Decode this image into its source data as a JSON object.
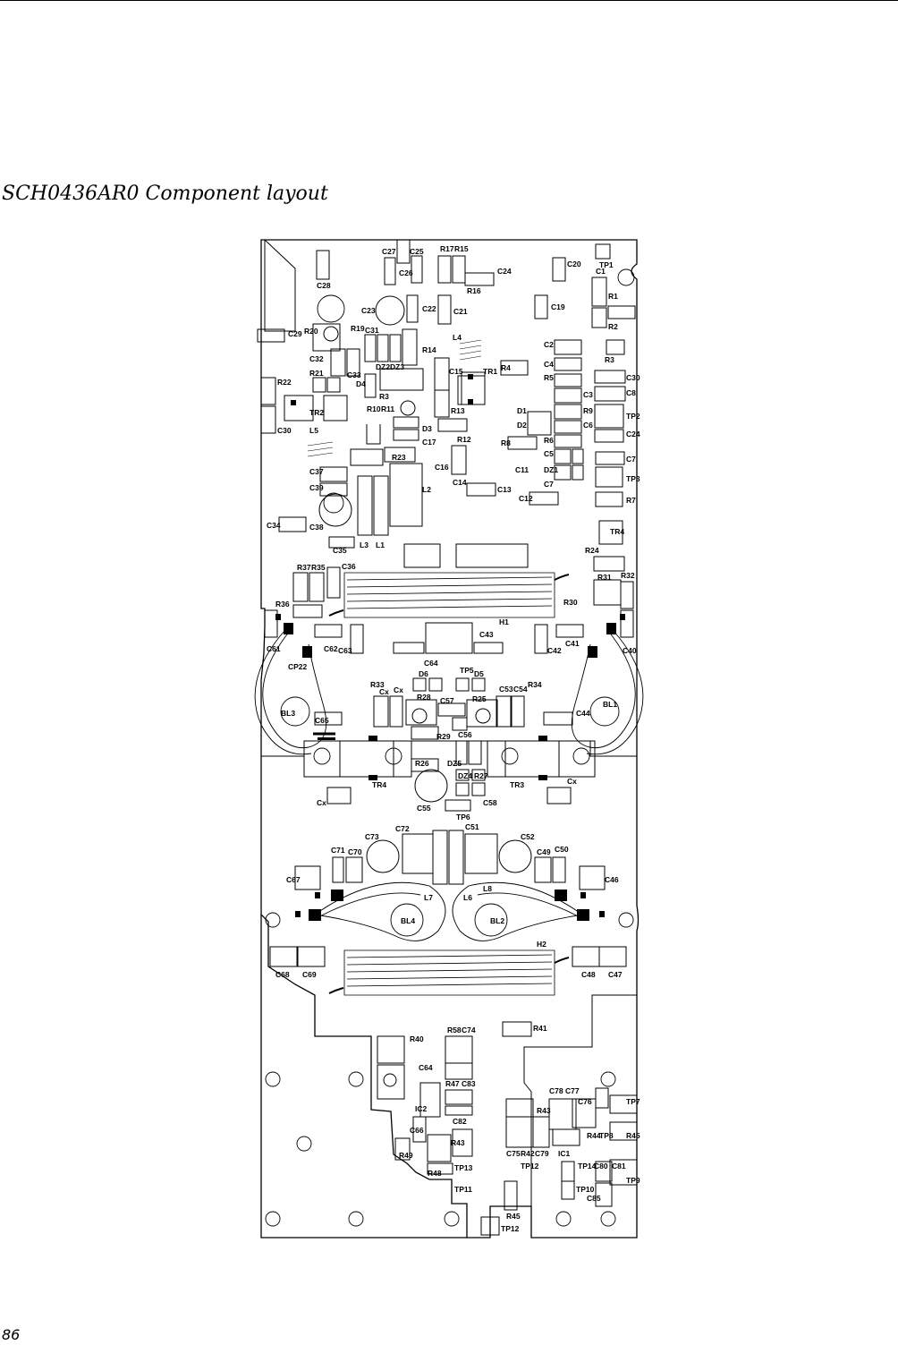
{
  "page": {
    "title": "SCH0436AR0 Component layout",
    "page_number": "86"
  },
  "board": {
    "labels": {
      "C27": "C27",
      "C25": "C25",
      "R17": "R17",
      "R15": "R15",
      "TP1": "TP1",
      "C20": "C20",
      "C1": "C1",
      "C26": "C26",
      "C28": "C28",
      "C24": "C24",
      "R16": "R16",
      "R1": "R1",
      "C23": "C23",
      "C22": "C22",
      "C21": "C21",
      "C19": "C19",
      "R2": "R2",
      "C29": "C29",
      "R20": "R20",
      "R19": "R19",
      "C31": "C31",
      "L4": "L4",
      "R14": "R14",
      "C2": "C2",
      "R3": "R3",
      "C32": "C32",
      "R21": "R21",
      "DZ2": "DZ2",
      "DZ3": "DZ3",
      "C15": "C15",
      "R4": "R4",
      "TR1": "TR1",
      "C4": "C4",
      "C30": "C30",
      "C8": "C8",
      "R22": "R22",
      "C33": "C33",
      "D4": "D4",
      "R3b": "R3",
      "R5": "R5",
      "C3": "C3",
      "TR2": "TR2",
      "L5": "L5",
      "R10": "R10",
      "R11": "R11",
      "R13": "R13",
      "D1": "D1",
      "R9": "R9",
      "TP2": "TP2",
      "C30b": "C30",
      "D3": "D3",
      "C17": "C17",
      "R12": "R12",
      "D2": "D2",
      "C6": "C6",
      "C24b": "C24",
      "R8": "R8",
      "R6": "R6",
      "C5": "C5",
      "C16": "C16",
      "C11": "C11",
      "DZ1": "DZ1",
      "C7": "C7",
      "C7b": "C7",
      "R23": "R23",
      "C37": "C37",
      "C14": "C14",
      "TP3": "TP3",
      "C39": "C39",
      "L2": "L2",
      "C13": "C13",
      "C12": "C12",
      "R7": "R7",
      "C34": "C34",
      "C38": "C38",
      "L3": "L3",
      "L1": "L1",
      "TR4top": "TR4",
      "C35": "C35",
      "R24": "R24",
      "R37": "R37",
      "R35": "R35",
      "C36": "C36",
      "R31": "R31",
      "R32": "R32",
      "R36": "R36",
      "R30": "R30",
      "H1": "H1",
      "C43": "C43",
      "C41": "C41",
      "C42": "C42",
      "C40": "C40",
      "C61": "C61",
      "C62": "C62",
      "C63": "C63",
      "C64": "C64",
      "D6": "D6",
      "TP5": "TP5",
      "D5": "D5",
      "CP22": "CP22",
      "R33": "R33",
      "Cx1": "Cx",
      "Cx2": "Cx",
      "R28": "R28",
      "C57": "C57",
      "R25": "R25",
      "C53": "C53",
      "C54": "C54",
      "R34": "R34",
      "BL3": "BL3",
      "C65": "C65",
      "C44": "C44",
      "BL1": "BL1",
      "R29": "R29",
      "C56": "C56",
      "R26": "R26",
      "DZ5": "DZ5",
      "DZ4": "DZ4",
      "R27": "R27",
      "TR4": "TR4",
      "TR3": "TR3",
      "Cx3": "Cx",
      "C55": "C55",
      "C58": "C58",
      "Cx4": "Cx",
      "TP6": "TP6",
      "C72": "C72",
      "C51": "C51",
      "C73": "C73",
      "C52": "C52",
      "C71": "C71",
      "C70": "C70",
      "C49": "C49",
      "C50": "C50",
      "C67": "C67",
      "C46": "C46",
      "L7": "L7",
      "L6": "L6",
      "L8": "L8",
      "BL4": "BL4",
      "BL2": "BL2",
      "H2": "H2",
      "C68": "C68",
      "C69": "C69",
      "C48": "C48",
      "C47": "C47",
      "R40": "R40",
      "R58": "R58",
      "C74": "C74",
      "R41": "R41",
      "C64b": "C64",
      "R47": "R47",
      "C83": "C83",
      "C78": "C78",
      "C77": "C77",
      "C76": "C76",
      "TP7": "TP7",
      "IC2": "IC2",
      "R43": "R43",
      "C82": "C82",
      "C66": "C66",
      "R49": "R49",
      "R43b": "R43",
      "R44": "R44",
      "TP8": "TP8",
      "R45b": "R45",
      "C75": "C75",
      "R42": "R42",
      "C79": "C79",
      "IC1": "IC1",
      "R48": "R48",
      "TP13": "TP13",
      "TP12": "TP12",
      "TP14": "TP14",
      "C80": "C80",
      "C81": "C81",
      "TP9": "TP9",
      "TP11": "TP11",
      "TP10": "TP10",
      "C85": "C85",
      "R45": "R45",
      "TP12b": "TP12"
    }
  }
}
